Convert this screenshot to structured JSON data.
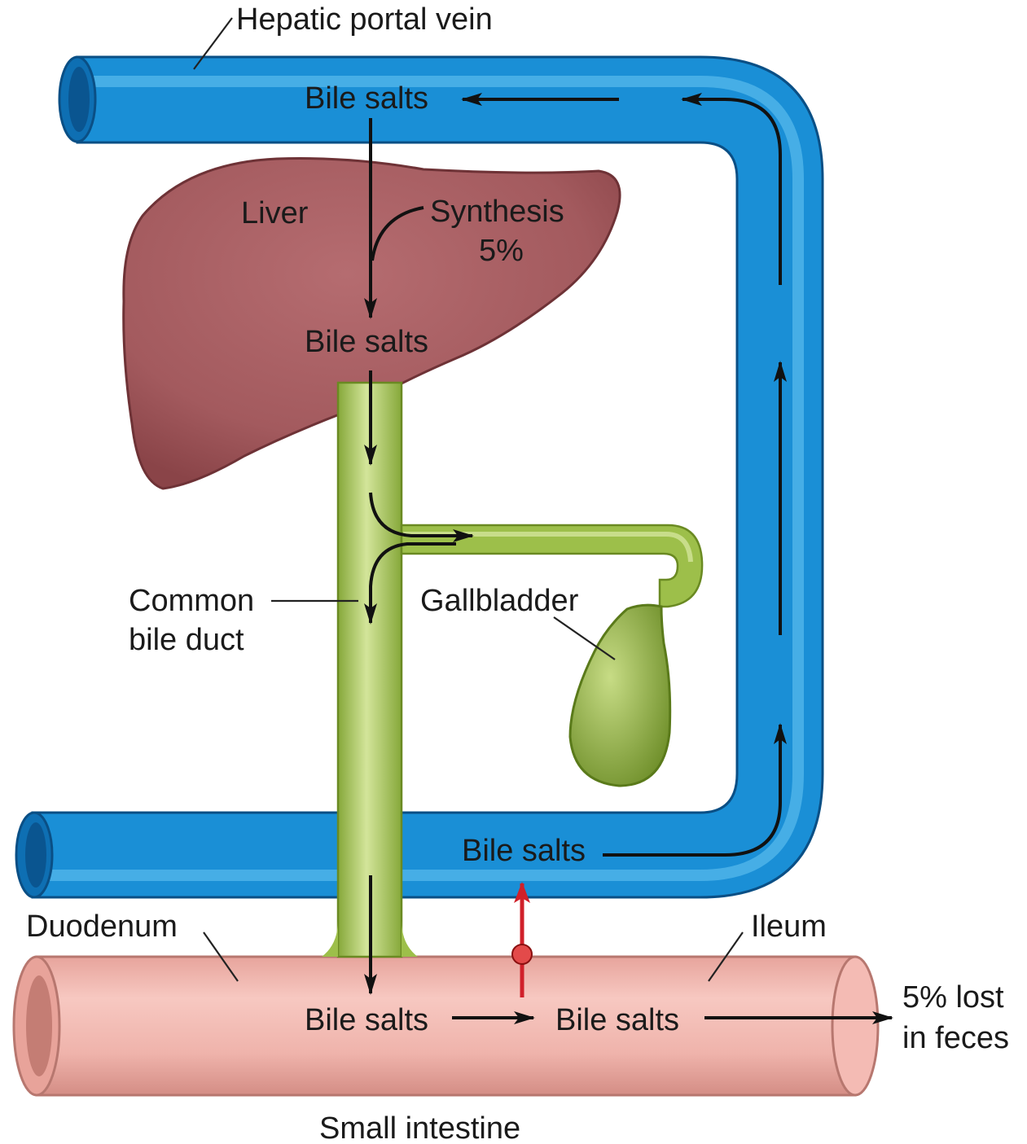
{
  "labels": {
    "hepatic_portal_vein": "Hepatic portal vein",
    "bile_salts_portal": "Bile salts",
    "liver": "Liver",
    "synthesis_line1": "Synthesis",
    "synthesis_line2": "5%",
    "bile_salts_liver": "Bile salts",
    "common_bile_duct_line1": "Common",
    "common_bile_duct_line2": "bile duct",
    "gallbladder": "Gallbladder",
    "bile_salts_vein_lower": "Bile salts",
    "duodenum": "Duodenum",
    "ileum": "Ileum",
    "bile_salts_duodenum": "Bile salts",
    "bile_salts_ileum": "Bile salts",
    "lost_line1": "5% lost",
    "lost_line2": "in feces",
    "small_intestine": "Small intestine"
  },
  "colors": {
    "vein": "#1a8fd6",
    "vein_light": "#66c4f2",
    "vein_dark": "#0a5f9e",
    "liver": "#a85f63",
    "liver_dark": "#7a3a3e",
    "duct": "#9dbf4a",
    "duct_light": "#d4e69a",
    "intestine": "#efb3ad",
    "intestine_dark": "#c98880",
    "transport_arrow": "#d0202a"
  }
}
